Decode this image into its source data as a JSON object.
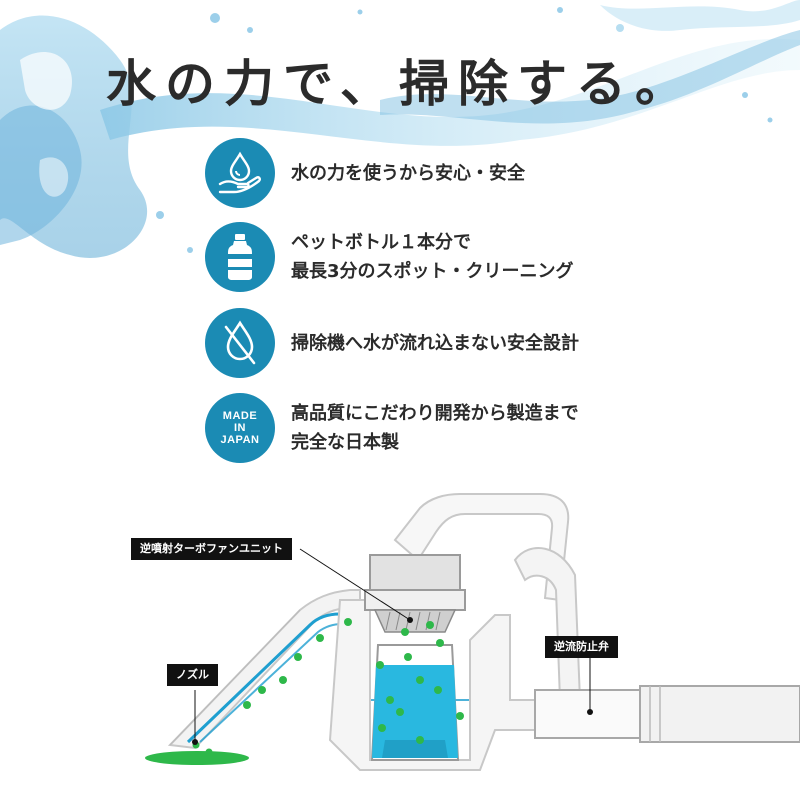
{
  "headline": "水の力で、掃除する。",
  "features": [
    {
      "icon": "water-drop-hand-icon",
      "lines": [
        "水の力を使うから安心・安全"
      ]
    },
    {
      "icon": "water-bottle-icon",
      "lines": [
        "ペットボトル１本分で",
        "最長3分のスポット・クリーニング"
      ]
    },
    {
      "icon": "no-water-drop-icon",
      "lines": [
        "掃除機へ水が流れ込まない安全設計"
      ]
    },
    {
      "icon": "made-in-japan-badge",
      "badge_lines": [
        "MADE",
        "IN",
        "JAPAN"
      ],
      "lines": [
        "高品質にこだわり開発から製造まで",
        "完全な日本製"
      ]
    }
  ],
  "diagram": {
    "labels": {
      "fan_unit": "逆噴射ターボファンユニット",
      "nozzle": "ノズル",
      "check_valve": "逆流防止弁"
    }
  },
  "colors": {
    "badge": "#1b8bb4",
    "water_tank": "#29b8e0",
    "green_dots": "#2eb84a",
    "flow_line": "#1f9fd0",
    "text": "#2b2b2b"
  }
}
